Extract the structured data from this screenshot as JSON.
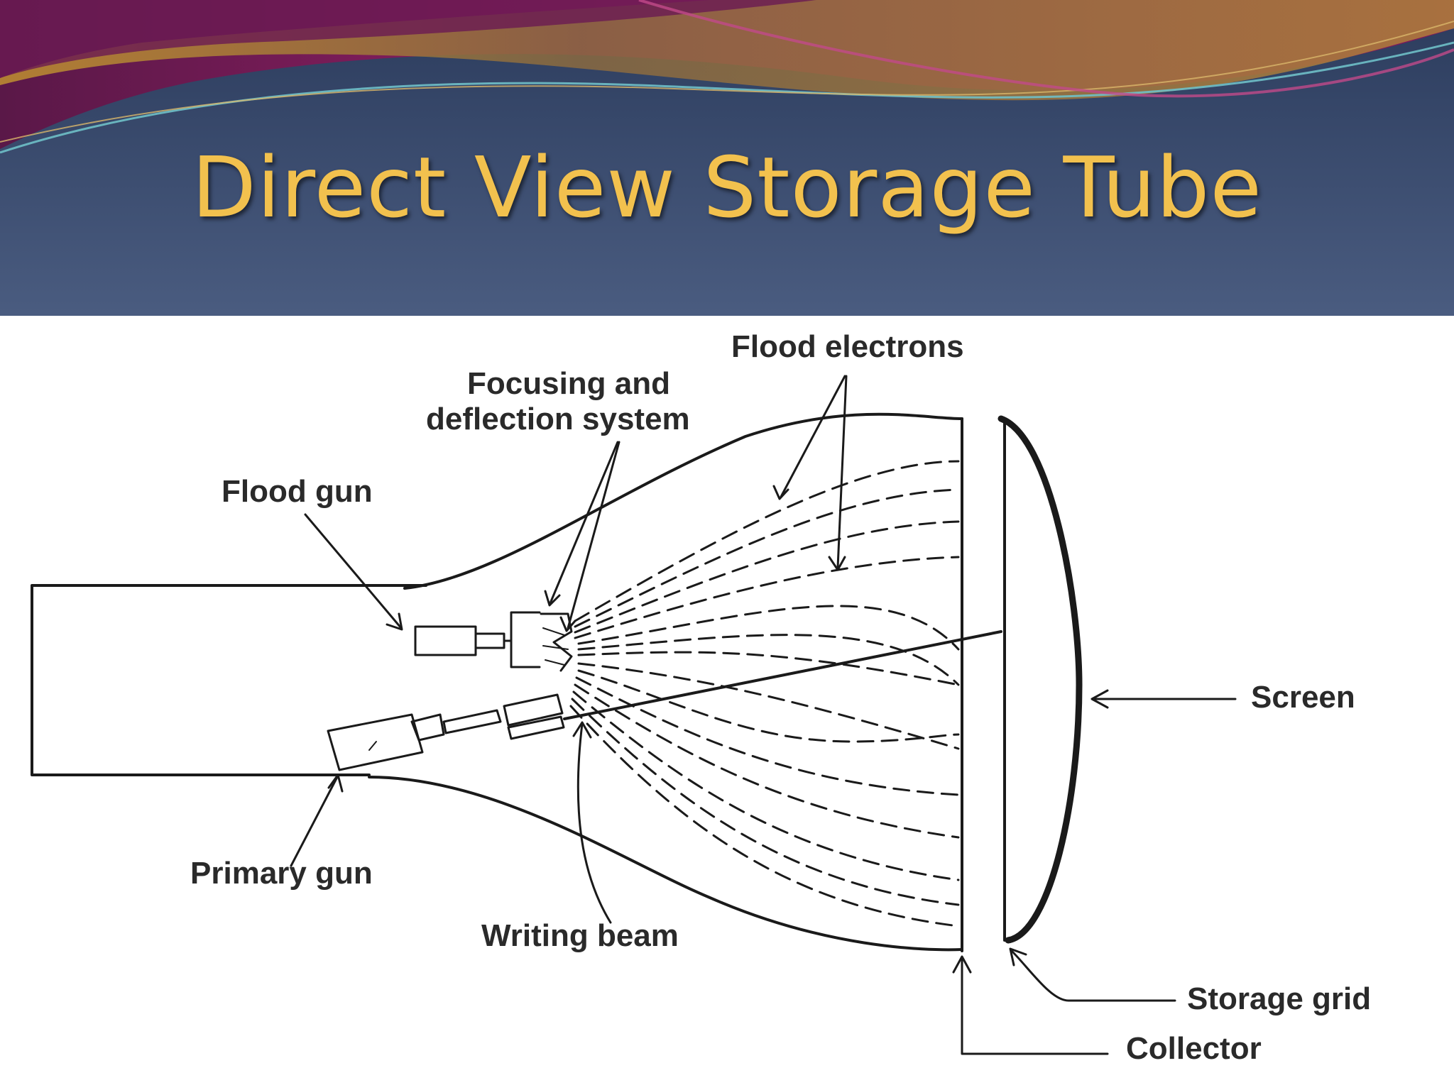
{
  "slide": {
    "title": "Direct View Storage Tube"
  },
  "colors": {
    "banner_background": "#34476a",
    "banner_swoosh_magenta": "#8e1e63",
    "banner_swoosh_gold": "#b8893a",
    "title_text": "#f2c14e",
    "diagram_ink": "#1a1a1a"
  },
  "diagram": {
    "labels": {
      "flood_electrons": "Flood electrons",
      "focusing_line1": "Focusing and",
      "focusing_line2": "deflection system",
      "flood_gun": "Flood gun",
      "screen": "Screen",
      "primary_gun": "Primary gun",
      "writing_beam": "Writing beam",
      "storage_grid": "Storage grid",
      "collector": "Collector"
    }
  }
}
